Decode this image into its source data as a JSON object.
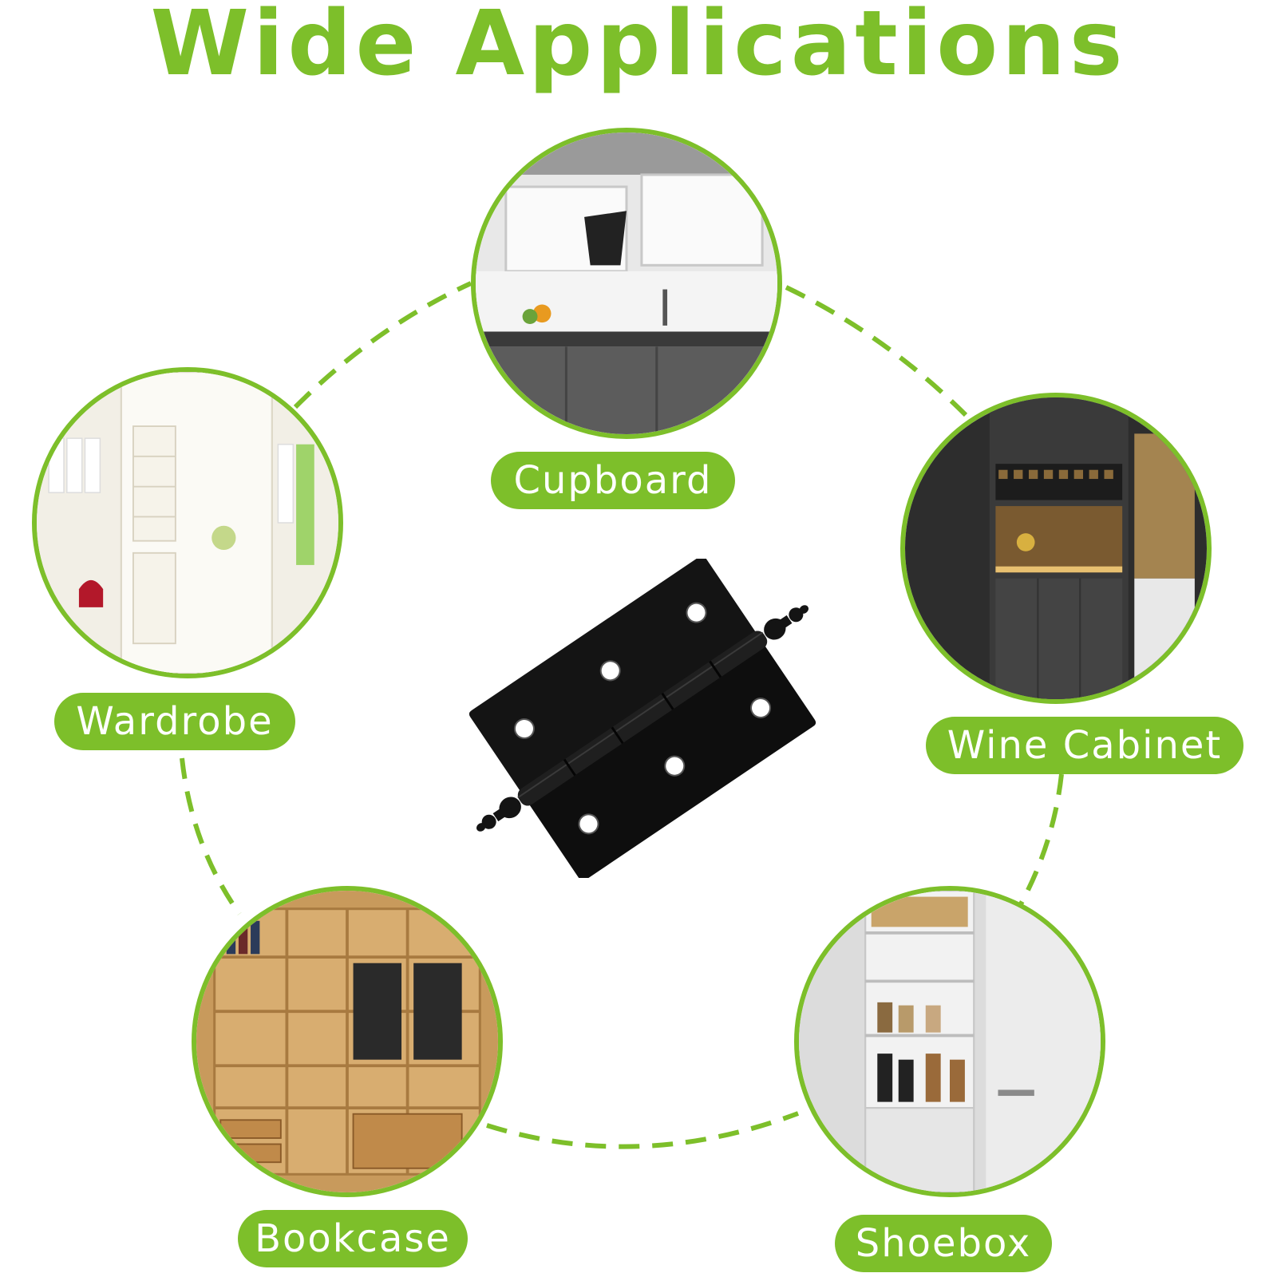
{
  "title": "Wide Applications",
  "colors": {
    "accent": "#7dbf2a",
    "hinge": "#111111",
    "background": "#ffffff"
  },
  "applications": [
    {
      "id": "cupboard",
      "label": "Cupboard"
    },
    {
      "id": "wardrobe",
      "label": "Wardrobe"
    },
    {
      "id": "wine-cabinet",
      "label": "Wine Cabinet"
    },
    {
      "id": "bookcase",
      "label": "Bookcase"
    },
    {
      "id": "shoebox",
      "label": "Shoebox"
    }
  ],
  "center_product": {
    "icon": "black-hinge-icon"
  }
}
